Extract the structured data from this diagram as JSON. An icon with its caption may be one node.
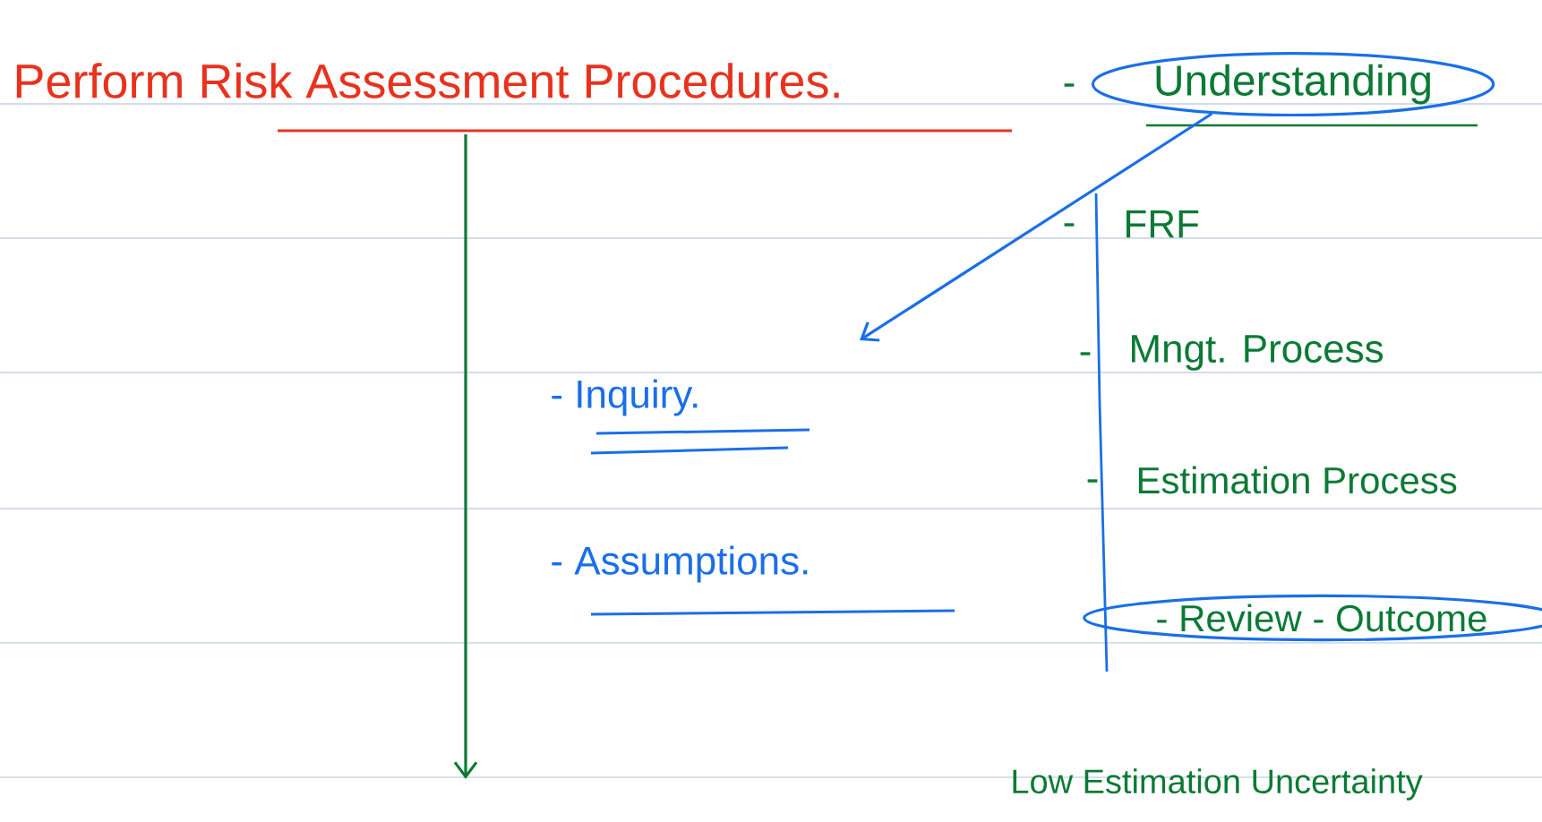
{
  "diagram": {
    "nodes": [
      {
        "text": [
          "Perform Risk Assessment Procedures."
        ]
      },
      {
        "text": [
          "Understanding"
        ],
        "beside": [
          "-"
        ]
      },
      {
        "text": [
          "FRF"
        ],
        "beside": [
          "-"
        ]
      },
      {
        "text": [
          "Mngt. Process"
        ],
        "beside": [
          "-"
        ]
      },
      {
        "text": [
          "Estimation Process"
        ],
        "beside": [
          "-"
        ]
      },
      {
        "text": [
          "- Review - Outcome"
        ]
      },
      {
        "text": [
          "- Inquiry."
        ]
      },
      {
        "text": [
          "- Assumptions."
        ]
      },
      {
        "text": [
          "Low Estimation Uncertainty"
        ]
      }
    ],
    "edges": [
      {
        "from": 0,
        "to": null,
        "arrow": "to",
        "color": "#0b7a35"
      },
      {
        "from": 1,
        "to": null,
        "arrow": "to",
        "color": "#1a6fe8"
      }
    ]
  }
}
